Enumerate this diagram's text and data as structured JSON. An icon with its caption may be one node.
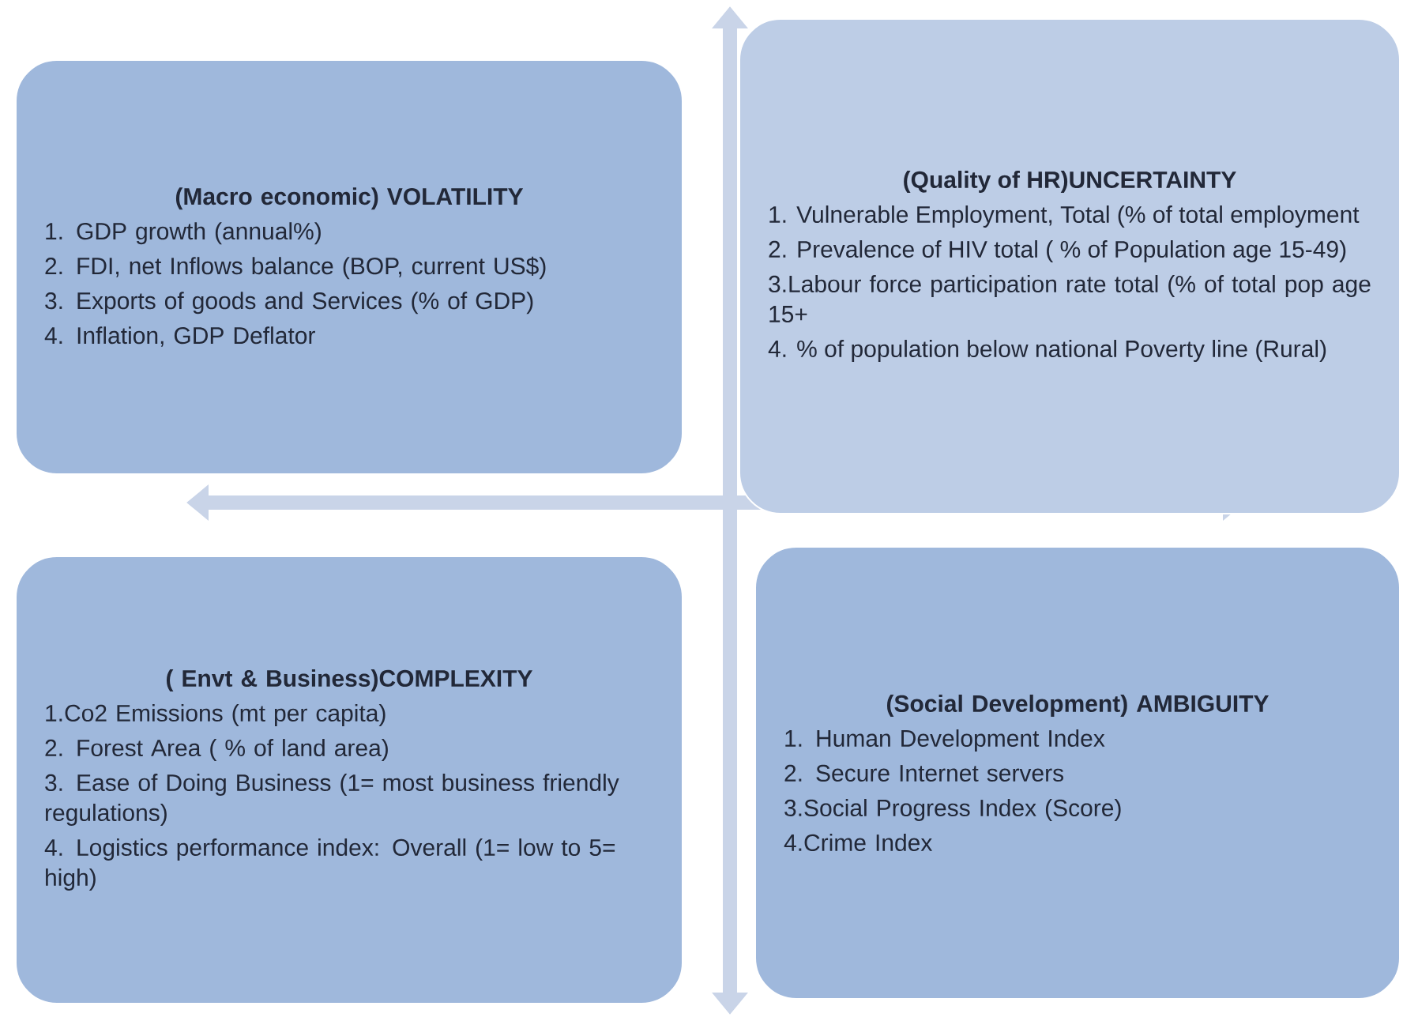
{
  "diagram": {
    "nodes": [
      {
        "text": [
          "(Macro economic) VOLATILITY",
          "1. GDP growth (annual%)",
          "2. FDI, net Inflows balance (BOP, current US$)",
          "3. Exports of goods and Services (% of GDP)",
          "4. Inflation, GDP Deflator"
        ]
      },
      {
        "text": [
          "(Quality of HR)UNCERTAINTY",
          "1. Vulnerable Employment, Total (% of total employment",
          "2. Prevalence of HIV total ( % of Population age 15-49)",
          "3.Labour force participation rate total (% of total pop age 15+",
          "4. % of population below national Poverty line (Rural)"
        ]
      },
      {
        "text": [
          "( Envt & Business)COMPLEXITY",
          "1.Co2 Emissions (mt per capita)",
          "2. Forest Area ( % of land area)",
          "3. Ease of Doing Business (1= most business friendly regulations)",
          "4. Logistics performance index: Overall (1= low to 5= high)"
        ]
      },
      {
        "text": [
          "(Social Development) AMBIGUITY",
          "1. Human Development Index",
          "2. Secure Internet servers",
          "3.Social Progress Index (Score)",
          "4.Crime Index"
        ]
      }
    ]
  }
}
